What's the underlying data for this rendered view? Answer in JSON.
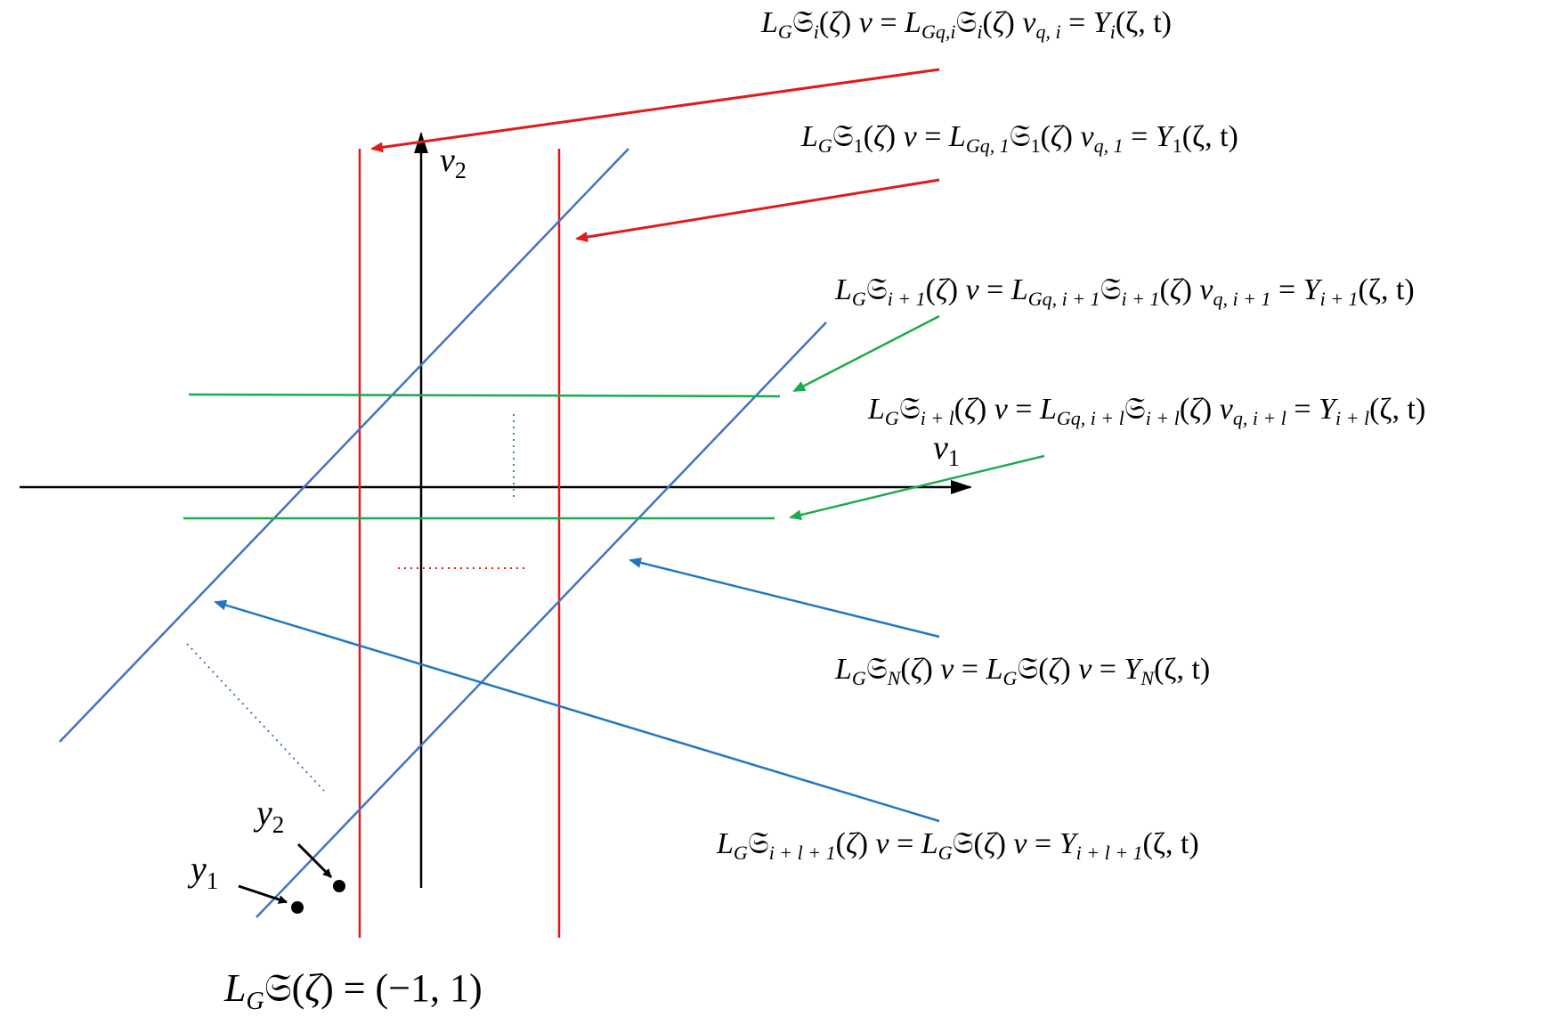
{
  "axes": {
    "v1": {
      "symbol": "v",
      "sub": "1"
    },
    "v2": {
      "symbol": "v",
      "sub": "2"
    }
  },
  "points": {
    "y1": {
      "symbol": "y",
      "sub": "1"
    },
    "y2": {
      "symbol": "y",
      "sub": "2"
    }
  },
  "bottom_label": "(−1, 1)",
  "labels": {
    "row_i": {
      "lhs_sub": "i",
      "mid_sub": "Gq,i",
      "mid_frak_sub": "i",
      "v_sub": "q, i",
      "rhs_sub": "i",
      "rhs_args": "(ζ, t)"
    },
    "row_1": {
      "lhs_sub": "1",
      "mid_sub": "Gq, 1",
      "mid_frak_sub": "1",
      "v_sub": "q, 1",
      "rhs_sub": "1",
      "rhs_args": "(ζ, t)"
    },
    "row_i1": {
      "lhs_sub": "i + 1",
      "mid_sub": "Gq, i + 1",
      "mid_frak_sub": "i + 1",
      "v_sub": "q, i + 1",
      "rhs_sub": "i + 1",
      "rhs_args": "(ζ, t)"
    },
    "row_il": {
      "lhs_sub": "i + l",
      "mid_sub": "Gq, i + l",
      "mid_frak_sub": "i + l",
      "v_sub": "q, i + l",
      "rhs_sub": "i + l",
      "rhs_args": "(ζ, t)"
    },
    "row_N": {
      "lhs_sub": "N",
      "rhs_sub": "N",
      "rhs_args": "(ζ, t)"
    },
    "row_il1": {
      "lhs_sub": "i + l + 1",
      "rhs_sub": "i + l + 1",
      "rhs_args": "(ζ, t)"
    }
  },
  "colors": {
    "red": "#e31a1c",
    "green": "#1aab4b",
    "blue_band": "#4472c4",
    "blue_arrow": "#1f77c4",
    "axis": "#000000"
  }
}
